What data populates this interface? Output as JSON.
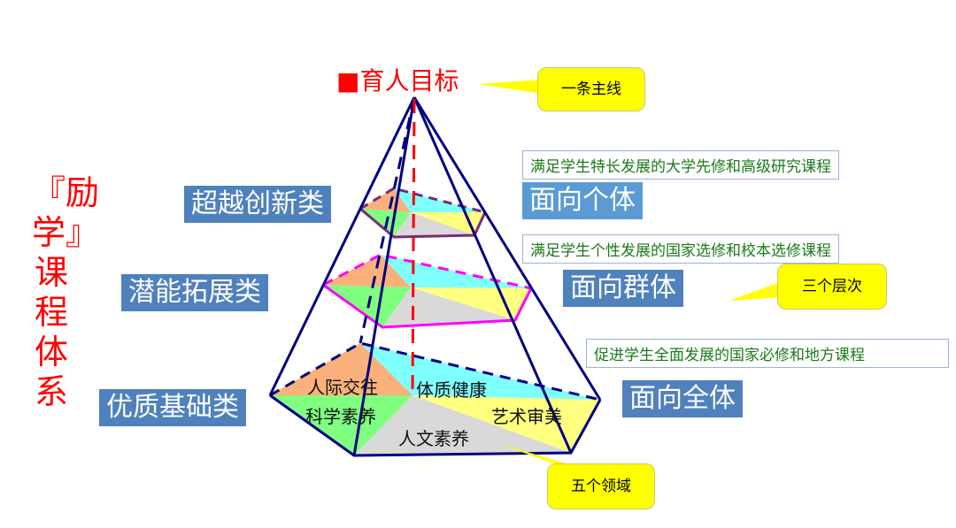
{
  "title": "『励学』课程体系",
  "goal": "■育人目标",
  "levels": [
    {
      "label": "超越创新类"
    },
    {
      "label": "潜能拓展类"
    },
    {
      "label": "优质基础类"
    }
  ],
  "audiences": [
    {
      "label": "面向个体",
      "note": "满足学生特长发展的大学先修和高级研究课程"
    },
    {
      "label": "面向群体",
      "note": "满足学生个性发展的国家选修和校本选修课程"
    },
    {
      "label": "面向全体",
      "note": "促进学生全面发展的国家必修和地方课程"
    }
  ],
  "callouts": {
    "main_line": "一条主线",
    "three_levels": "三个层次",
    "five_domains": "五个领域"
  },
  "domains": [
    "人际交往",
    "体质健康",
    "科学素养",
    "艺术审美",
    "人文素养"
  ],
  "colors": {
    "orange": "#f9b07a",
    "cyan": "#80ffff",
    "yellow": "#ffff80",
    "gray": "#d9d9d9",
    "green": "#80ff80",
    "edge": "#000080",
    "red": "#ff0000"
  }
}
